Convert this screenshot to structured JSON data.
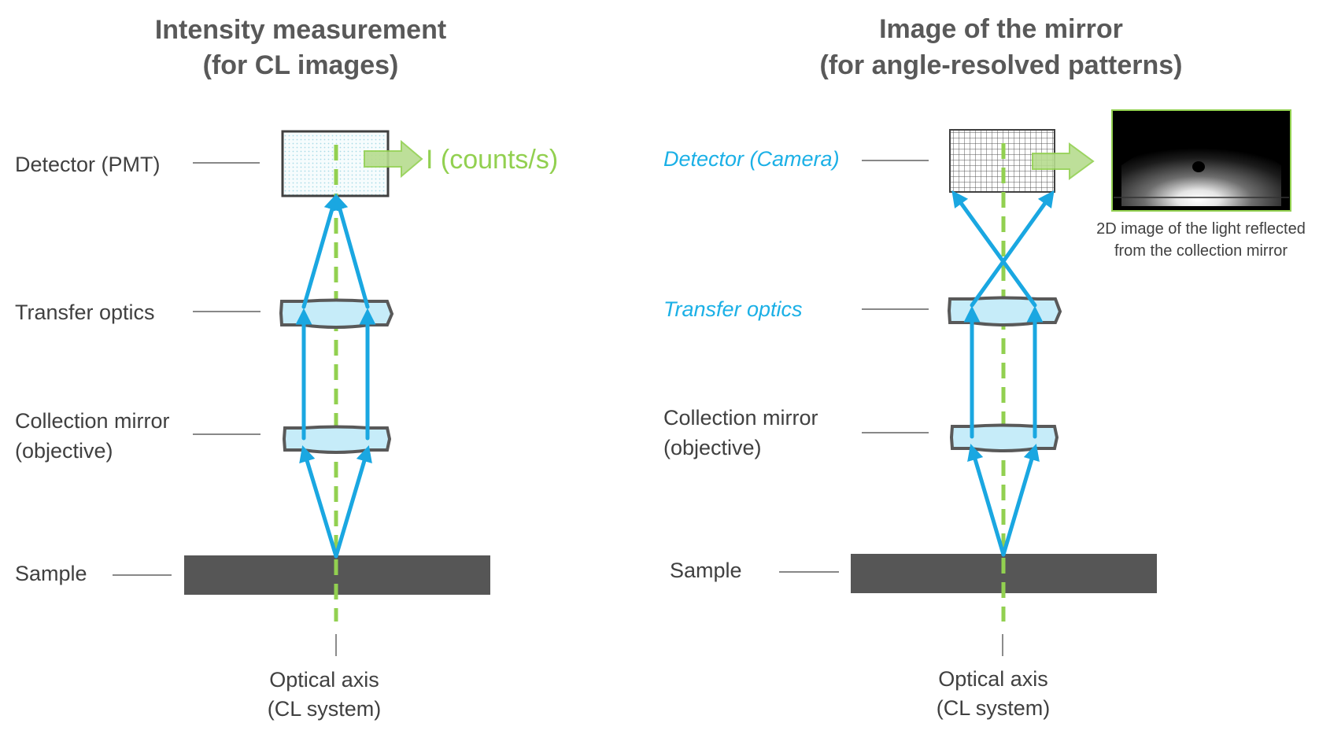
{
  "left": {
    "title_line1": "Intensity measurement",
    "title_line2": "(for CL images)",
    "detector": "Detector (PMT)",
    "transfer": "Transfer optics",
    "mirror_line1": "Collection mirror",
    "mirror_line2": "(objective)",
    "sample": "Sample",
    "axis_line1": "Optical axis",
    "axis_line2": "(CL system)",
    "output": "I (counts/s)"
  },
  "right": {
    "title_line1": "Image of the mirror",
    "title_line2": "(for angle-resolved patterns)",
    "detector": "Detector (Camera)",
    "transfer": "Transfer optics",
    "mirror_line1": "Collection mirror",
    "mirror_line2": "(objective)",
    "sample": "Sample",
    "axis_line1": "Optical axis",
    "axis_line2": "(CL system)",
    "caption_line1": "2D image of the light reflected",
    "caption_line2": "from the collection mirror"
  },
  "colors": {
    "beam": "#1aa7e1",
    "axis": "#92d050",
    "highlight_label": "#1bb0e6",
    "sample": "#565656"
  }
}
